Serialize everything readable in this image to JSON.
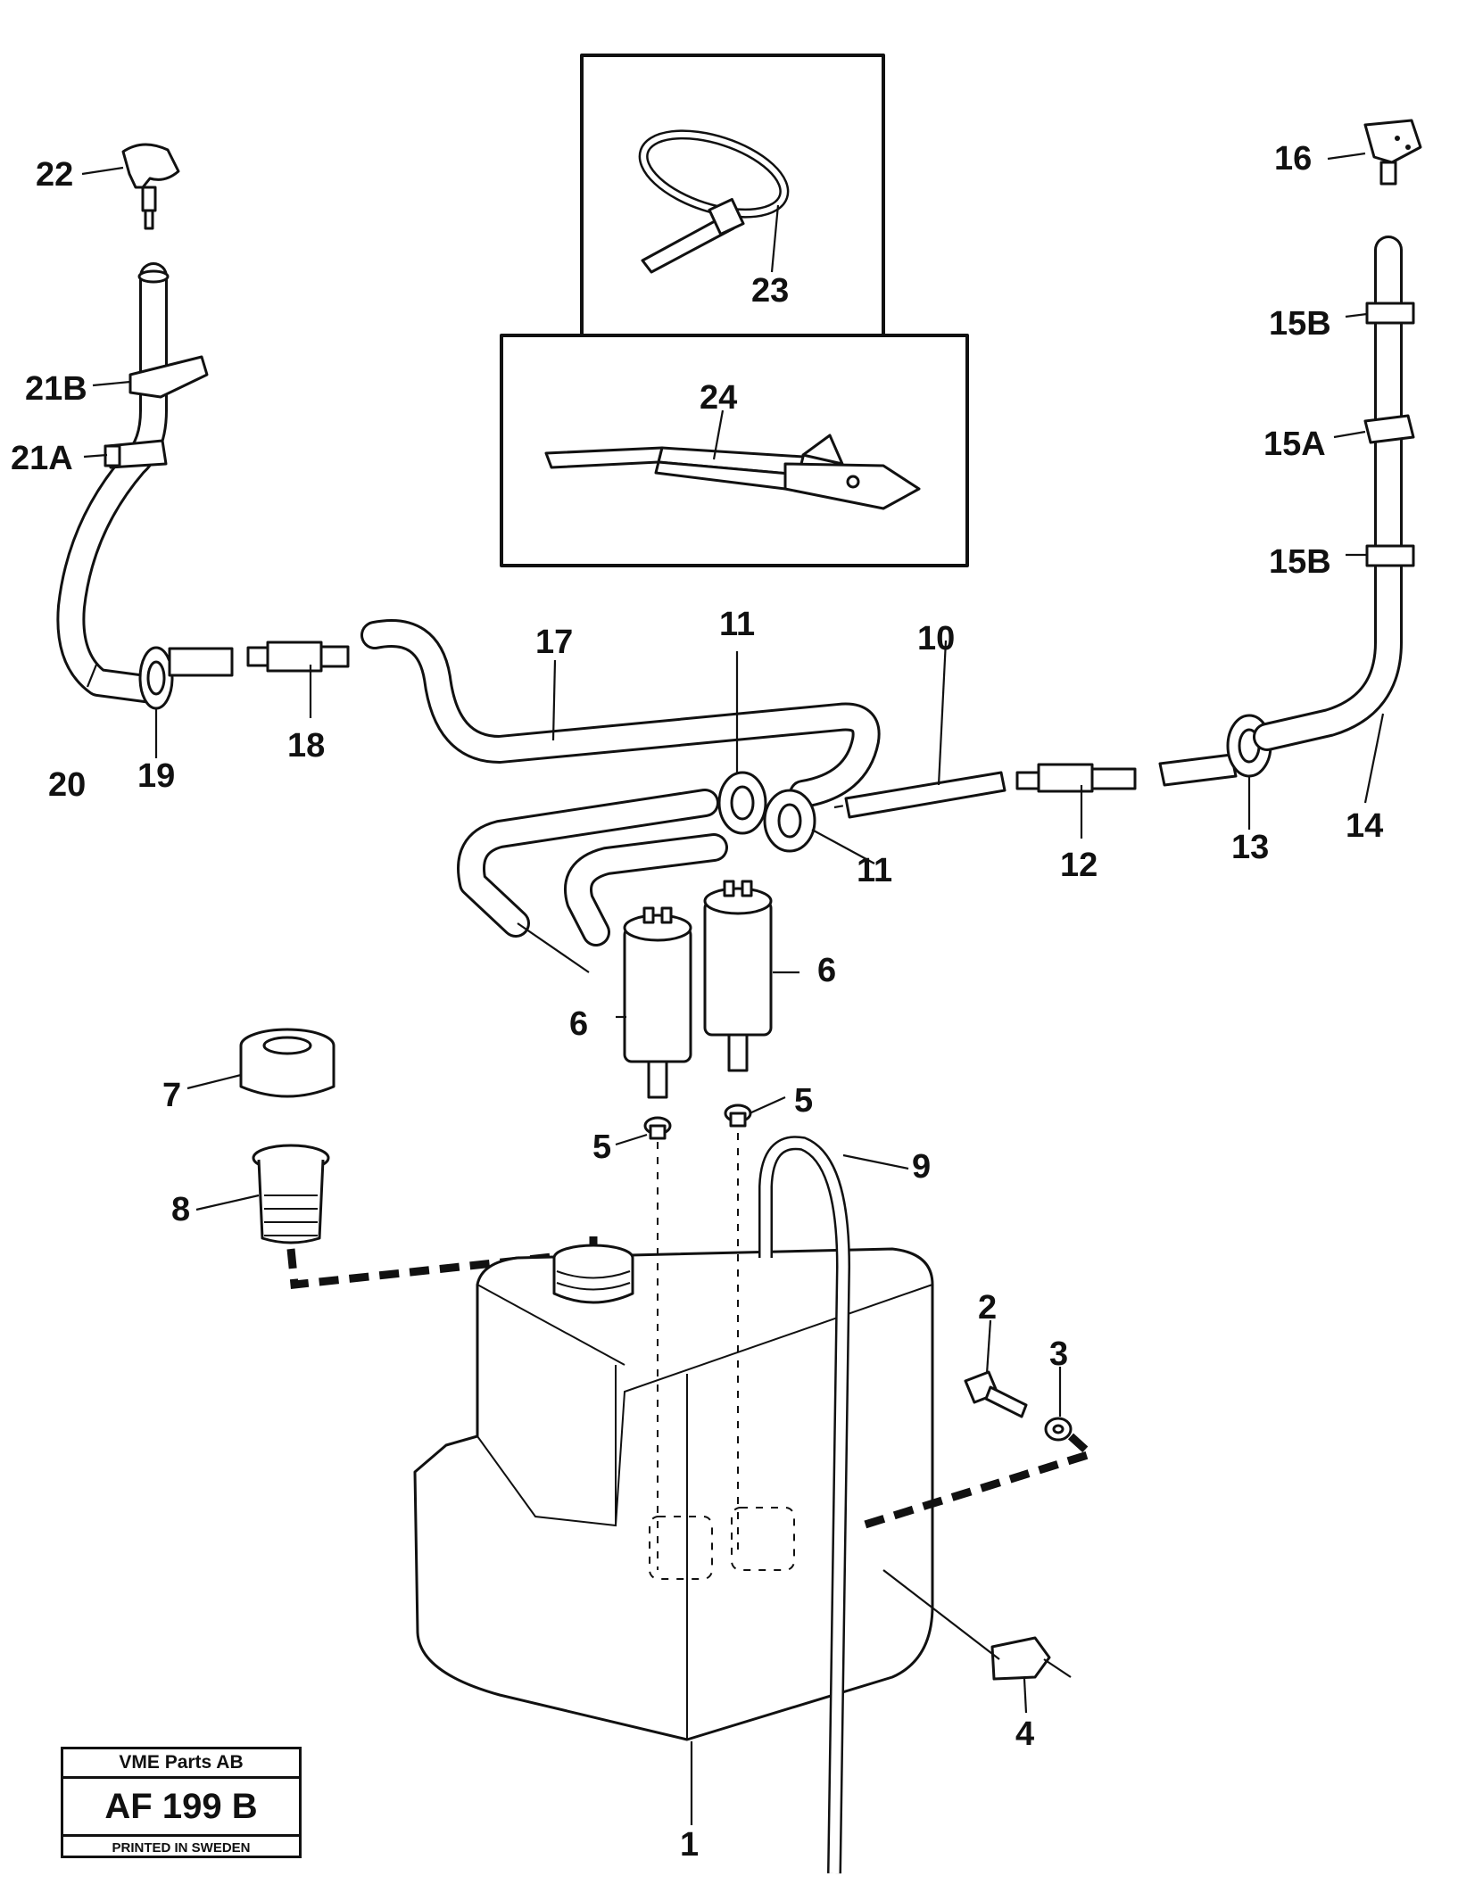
{
  "callouts": {
    "c1": "1",
    "c2": "2",
    "c3": "3",
    "c4": "4",
    "c5a": "5",
    "c5b": "5",
    "c6a": "6",
    "c6b": "6",
    "c7": "7",
    "c8": "8",
    "c9": "9",
    "c10": "10",
    "c11a": "11",
    "c11b": "11",
    "c12": "12",
    "c13": "13",
    "c14": "14",
    "c15a": "15A",
    "c15b1": "15B",
    "c15b2": "15B",
    "c16": "16",
    "c17": "17",
    "c18": "18",
    "c19": "19",
    "c20": "20",
    "c21a": "21A",
    "c21b": "21B",
    "c22": "22",
    "c23": "23",
    "c24": "24"
  },
  "stamp": {
    "company": "VME Parts AB",
    "code": "AF 199 B",
    "printed": "PRINTED IN SWEDEN"
  }
}
